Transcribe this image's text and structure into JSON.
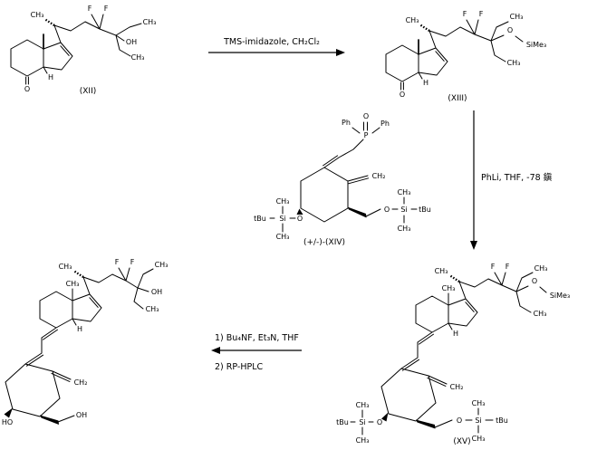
{
  "colors": {
    "ink": "#000000",
    "background": "#ffffff"
  },
  "reactions": {
    "step1": {
      "reagents": "TMS-imidazole, CH₂Cl₂"
    },
    "step2": {
      "reagents": "PhLi, THF, -78 鎭"
    },
    "step3": {
      "line1": "1) Bu₄NF, Et₃N, THF",
      "line2": "2) RP-HPLC"
    }
  },
  "compounds": {
    "xii": {
      "label": "(XII)",
      "atoms": {
        "side_methyl": "CH₃",
        "f1": "F",
        "f2": "F",
        "hydroxyl": "OH",
        "ethyl_top_methyl": "CH₃",
        "ethyl_bottom_methyl": "CH₃",
        "ketone_oxygen": "O",
        "ring_fusion_h": "H"
      }
    },
    "xiii": {
      "label": "(XIII)",
      "atoms": {
        "side_methyl": "CH₃",
        "f1": "F",
        "f2": "F",
        "ether_oxygen": "O",
        "silyl": "SiMe₃",
        "ethyl_top_methyl": "CH₃",
        "ethyl_bottom_methyl": "CH₃",
        "ketone_oxygen": "O",
        "ring_fusion_h": "H"
      }
    },
    "xiv": {
      "label": "(+/-)-(XIV)",
      "atoms": {
        "ph_left": "Ph",
        "phosphine_oxygen": "O",
        "ph_right": "Ph",
        "phosphorus": "P",
        "methylene": "CH₂",
        "tbu_left": "tBu",
        "si_left": "Si",
        "o_left": "O",
        "si_left_methyl_top": "CH₃",
        "si_left_methyl_bottom": "CH₃",
        "o_right": "O",
        "si_right": "Si",
        "tbu_right": "tBu",
        "si_right_methyl_top": "CH₃",
        "si_right_methyl_bottom": "CH₃"
      }
    },
    "xv": {
      "label": "(XV)",
      "atoms": {
        "side_methyl": "CH₃",
        "angular_methyl": "CH₃",
        "f1": "F",
        "f2": "F",
        "ether_oxygen": "O",
        "silyl": "SiMe₃",
        "ethyl_top_methyl": "CH₃",
        "ethyl_bottom_methyl": "CH₃",
        "ring_fusion_h": "H",
        "methylene": "CH₂",
        "tbu_left": "tBu",
        "si_left": "Si",
        "o_left": "O",
        "si_left_methyl_top": "CH₃",
        "si_left_methyl_bottom": "CH₃",
        "o_right": "O",
        "si_right": "Si",
        "tbu_right": "tBu",
        "si_right_methyl_top": "CH₃",
        "si_right_methyl_bottom": "CH₃"
      }
    },
    "product": {
      "atoms": {
        "side_methyl": "CH₃",
        "angular_methyl": "CH₃",
        "f1": "F",
        "f2": "F",
        "hydroxyl": "OH",
        "ethyl_top_methyl": "CH₃",
        "ethyl_bottom_methyl": "CH₃",
        "ring_fusion_h": "H",
        "methylene": "CH₂",
        "ring_hydroxyl": "HO",
        "hydroxymethyl_hydroxyl": "OH"
      }
    }
  }
}
